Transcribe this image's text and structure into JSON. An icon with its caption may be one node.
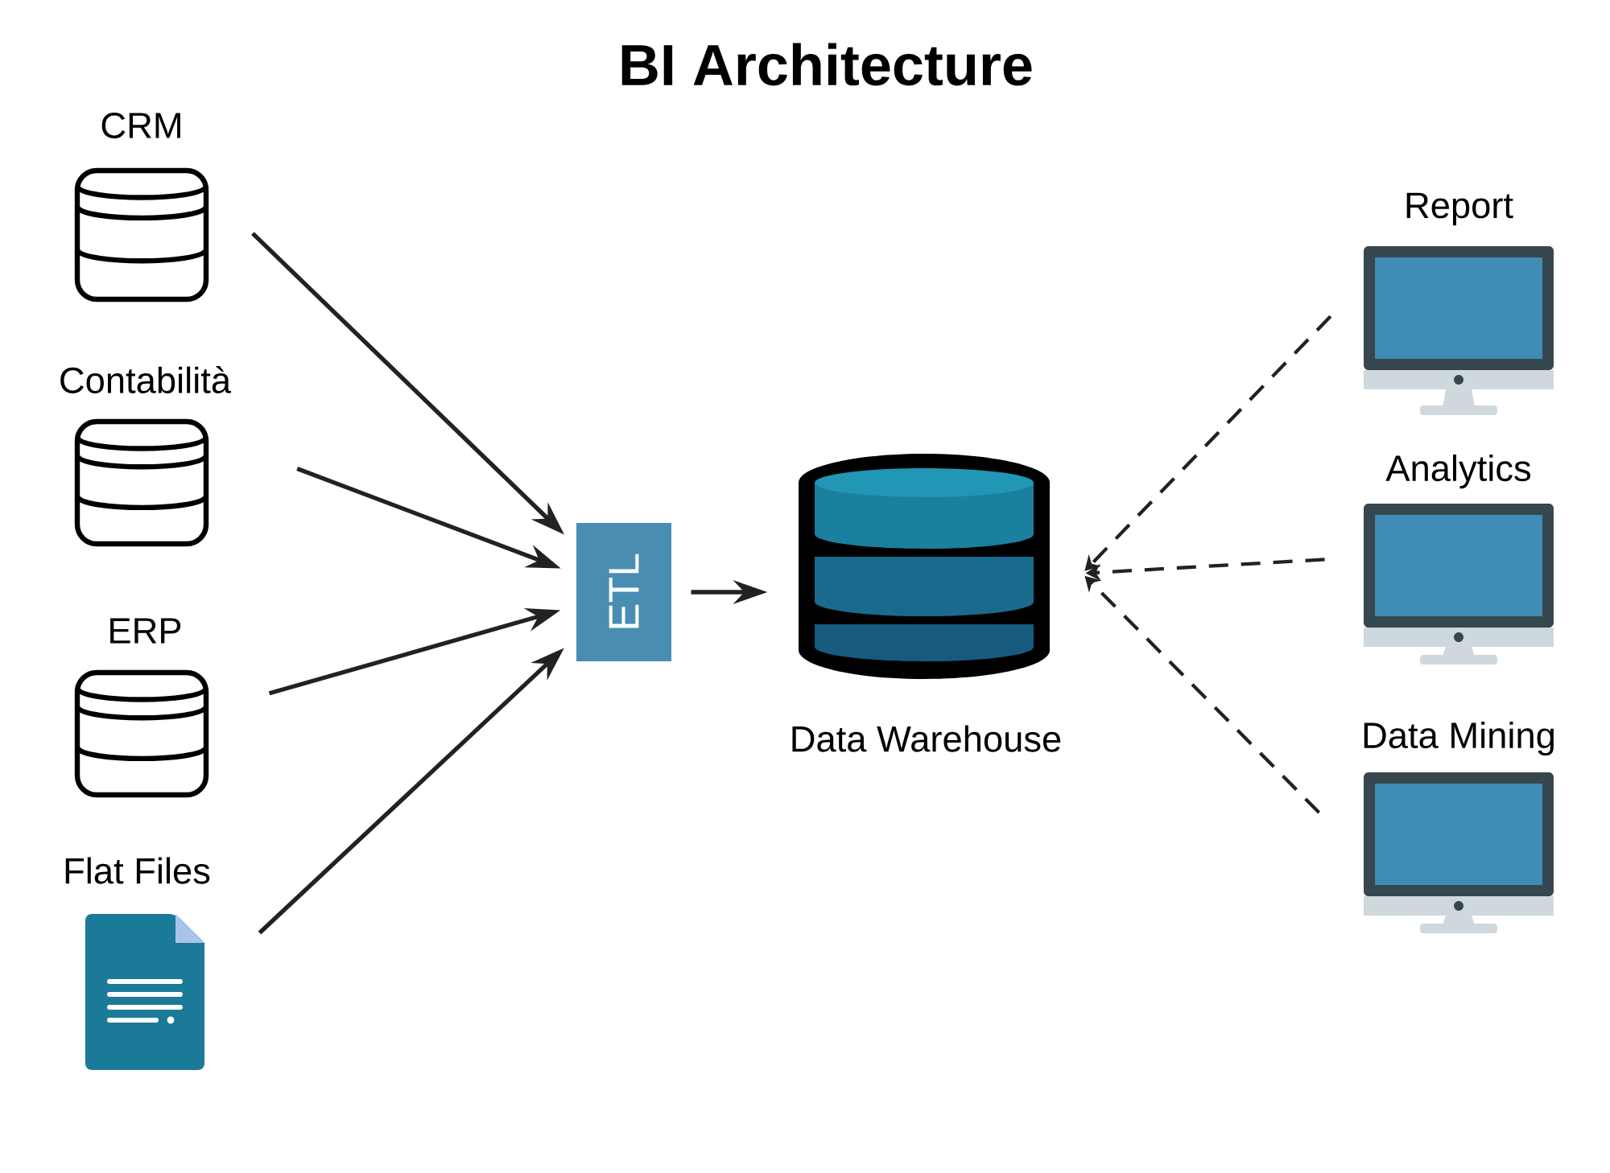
{
  "diagram": {
    "title": "BI Architecture",
    "nodes": [
      {
        "text": [
          "CRM"
        ]
      },
      {
        "text": [
          "Contabilità"
        ]
      },
      {
        "text": [
          "ERP"
        ]
      },
      {
        "text": [
          "Flat Files"
        ]
      },
      {
        "text": [
          "ETL"
        ]
      },
      {
        "text": [
          "Data Warehouse"
        ]
      },
      {
        "text": [
          "Report"
        ]
      },
      {
        "text": [
          "Analytics"
        ]
      },
      {
        "text": [
          "Data Mining"
        ]
      }
    ],
    "edges": [
      {
        "from": 0,
        "to": 4,
        "arrow": "to"
      },
      {
        "from": 1,
        "to": 4,
        "arrow": "to"
      },
      {
        "from": 2,
        "to": 4,
        "arrow": "to"
      },
      {
        "from": 3,
        "to": 4,
        "arrow": "to"
      },
      {
        "from": 4,
        "to": 5,
        "arrow": "to"
      },
      {
        "from": 6,
        "to": 5,
        "arrow": "to",
        "style": "dashed"
      },
      {
        "from": 7,
        "to": 5,
        "arrow": "to",
        "style": "dashed"
      },
      {
        "from": 8,
        "to": 5,
        "arrow": "to",
        "style": "dashed"
      }
    ]
  }
}
